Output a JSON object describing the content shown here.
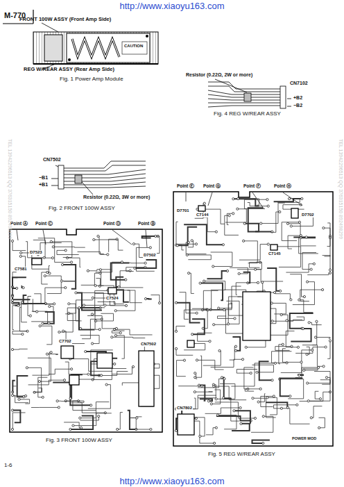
{
  "diagram": {
    "title": "M-770",
    "labels": [
      "http://www.xiaoyu163.com",
      "FRONT 100W ASSY (Front Amp Side)",
      "CAUTION",
      "REG W/REAR ASSY (Rear Amp Side)",
      "Fig. 1  Power Amp Module",
      "Resistor (0.22Ω, 2W or more)",
      "CN7102",
      "+B2",
      "−B2",
      "Fig. 4  REG W/REAR ASSY",
      "CN7502",
      "−B1",
      "+B1",
      "Resistor (0.22Ω, 3W or more)",
      "Fig. 2  FRONT 100W ASSY",
      "Point Ⓐ",
      "Point Ⓒ",
      "Point Ⓓ",
      "Point Ⓑ",
      "C7581",
      "D7523",
      "C7524",
      "D7502",
      "C7702",
      "CN7502",
      "Fig. 3  FRONT 100W ASSY",
      "Point Ⓔ",
      "Point Ⓖ",
      "Point Ⓕ",
      "Point Ⓗ",
      "C7144",
      "C7145",
      "D7701",
      "D7702",
      "CN7802",
      "POWER MOD",
      "Fig. 5  REG W/REAR ASSY",
      "1-6",
      "http://www.xiaoyu163.com",
      "TEL 13942296513  QQ 376315150  892498299",
      "TEL 13942296513  QQ 376315150  892498299"
    ]
  }
}
